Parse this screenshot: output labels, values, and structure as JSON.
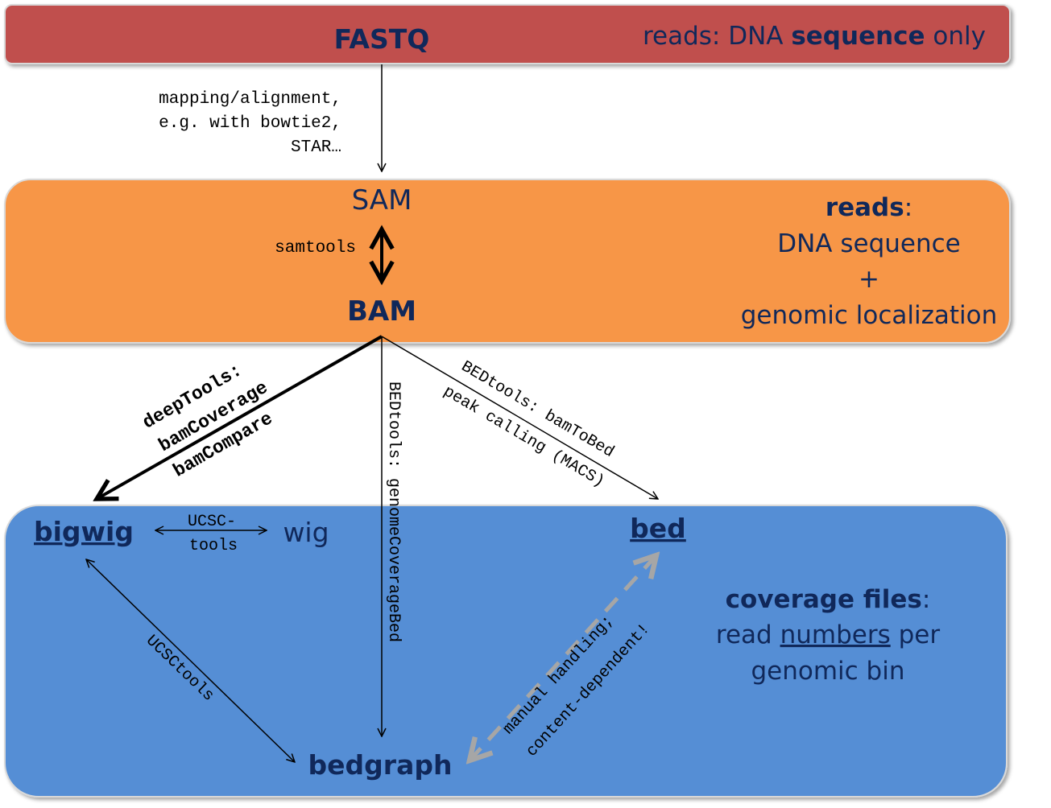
{
  "colors": {
    "fastq_box": "#c0504d",
    "sam_bam_box": "#f79646",
    "coverage_box": "#558ed5",
    "text": "#10285a",
    "dashed_arrow": "#a6a6a6"
  },
  "fastq": {
    "title": "FASTQ",
    "desc_prefix": "reads: DNA ",
    "desc_bold": "sequence",
    "desc_suffix": " only"
  },
  "mapping": {
    "line1": "mapping/alignment,",
    "line2": "e.g. with bowtie2,",
    "line3": "STAR…"
  },
  "sam_bam": {
    "sam": "SAM",
    "samtools": "samtools",
    "bam": "BAM",
    "desc_bold": "reads",
    "desc_colon": ":",
    "desc2": "DNA sequence",
    "desc3": "+",
    "desc4": "genomic localization"
  },
  "edges": {
    "deeptools": {
      "line1": "deepTools:",
      "line2": "bamCoverage",
      "line3": "bamCompare"
    },
    "bedtools_cov": "BEDtools: genomeCoverageBed",
    "bedtools_bed": {
      "line1": "BEDtools: bamToBed",
      "line2": "peak calling (MACS)"
    },
    "ucsc_tools_short": {
      "line1": "UCSC-",
      "line2": "tools"
    },
    "ucsc_tools": "UCSCtools",
    "manual": {
      "line1": "manual handling;",
      "line2": "content-dependent!"
    }
  },
  "coverage": {
    "bigwig": "bigwig",
    "wig": "wig",
    "bed": "bed",
    "bedgraph": "bedgraph",
    "desc_bold": "coverage files",
    "desc_colon": ":",
    "desc2_prefix": "read ",
    "desc2_underline": "numbers",
    "desc2_suffix": " per",
    "desc3": "genomic bin"
  }
}
